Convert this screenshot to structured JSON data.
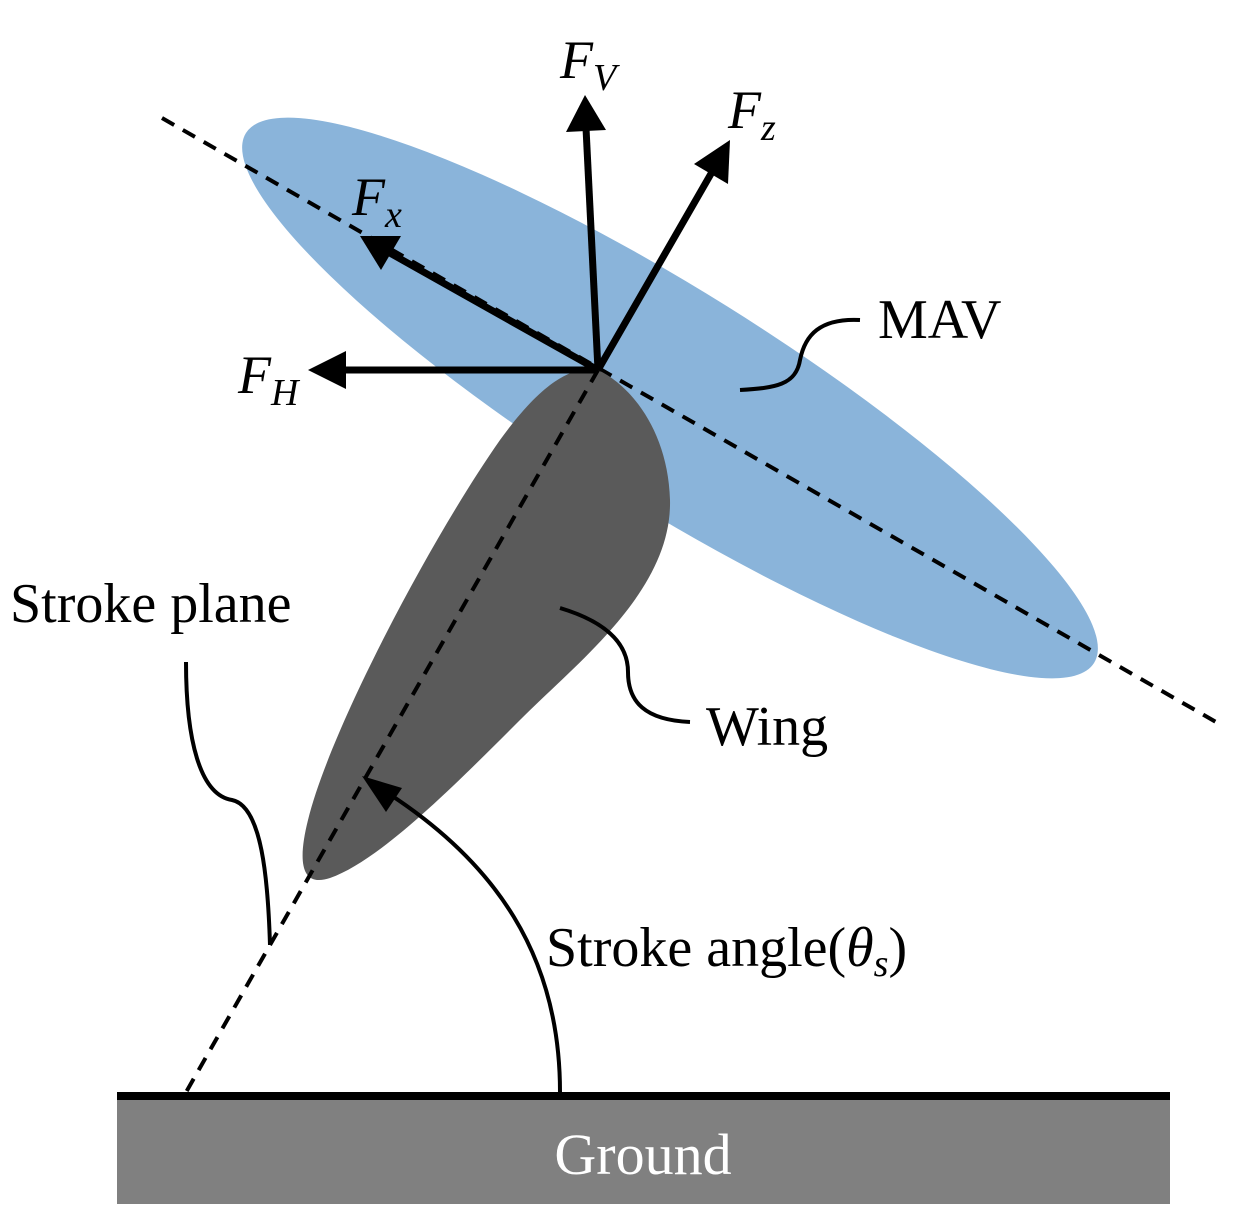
{
  "colors": {
    "body": "#8ab4da",
    "wing": "#5a5a5a",
    "ground": "#808080",
    "ground_text": "#ffffff",
    "line": "#000000"
  },
  "forces": {
    "fv": {
      "main": "F",
      "sub": "V"
    },
    "fz": {
      "main": "F",
      "sub": "z"
    },
    "fx": {
      "main": "F",
      "sub": "x"
    },
    "fh": {
      "main": "F",
      "sub": "H"
    }
  },
  "labels": {
    "mav": "MAV",
    "wing": "Wing",
    "stroke_plane": "Stroke plane",
    "stroke_angle_prefix": "Stroke angle(",
    "theta": "θ",
    "theta_sub": "s",
    "stroke_angle_suffix": ")",
    "ground": "Ground"
  }
}
